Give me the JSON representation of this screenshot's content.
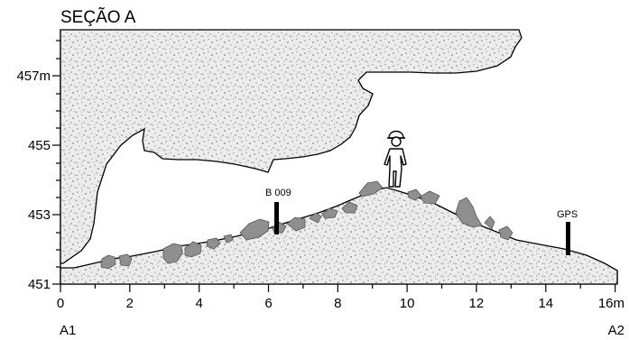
{
  "title": "SEÇÃO A",
  "y_axis": {
    "ticks": [
      {
        "value": 457,
        "label": "457m"
      },
      {
        "value": 455,
        "label": "455"
      },
      {
        "value": 453,
        "label": "453"
      },
      {
        "value": 451,
        "label": "451"
      }
    ]
  },
  "x_axis": {
    "ticks": [
      {
        "value": 0,
        "label": "0"
      },
      {
        "value": 2,
        "label": "2"
      },
      {
        "value": 4,
        "label": "4"
      },
      {
        "value": 6,
        "label": "6"
      },
      {
        "value": 8,
        "label": "8"
      },
      {
        "value": 10,
        "label": "10"
      },
      {
        "value": 12,
        "label": "12"
      },
      {
        "value": 14,
        "label": "14"
      },
      {
        "value": 16,
        "label": "16m"
      }
    ]
  },
  "endpoints": {
    "start": "A1",
    "end": "A2"
  },
  "markers": {
    "b009": {
      "label": "B 009",
      "x": 6.3
    },
    "gps": {
      "label": "GPS",
      "x": 14.8
    }
  },
  "colors": {
    "rock": "#ececec",
    "speckle": "#9a9a9a",
    "boulder": "#8f8f8f",
    "line": "#000000"
  }
}
